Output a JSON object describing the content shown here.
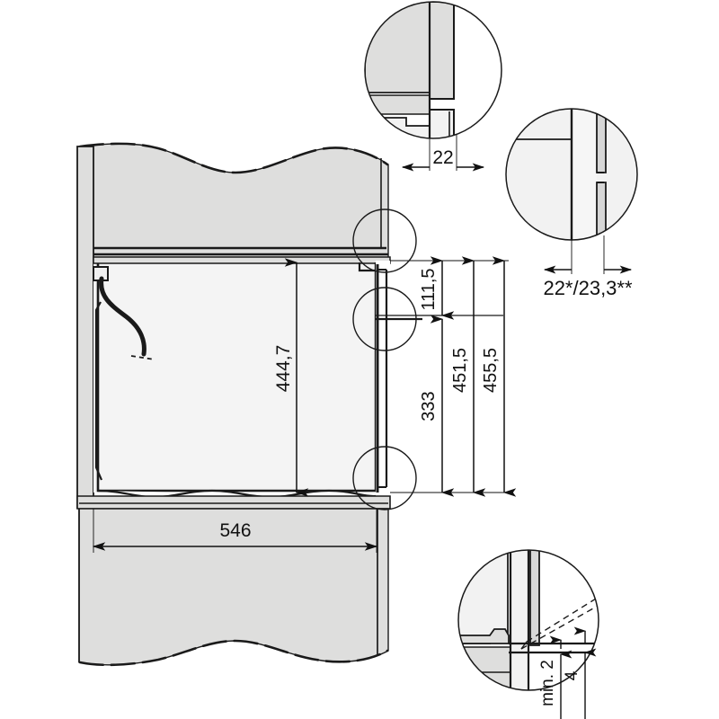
{
  "drawing": {
    "title": "Miele built-in oven niche installation drawing",
    "type": "technical-line-drawing",
    "units": "mm",
    "decimal_separator": ",",
    "colors": {
      "line": "#1a1a1a",
      "fill_cabinet": "#dededd",
      "fill_light": "#f2f2f2",
      "fill_white": "#ffffff",
      "background": "#ffffff"
    }
  },
  "dimensions": {
    "appliance_height": "444,7",
    "niche_width": "546",
    "top_offset": "111,5",
    "lower_offset": "333",
    "overall_a": "451,5",
    "overall_b": "455,5",
    "detail_top_gap": "22",
    "detail_right_gap": "22*/23,3**",
    "detail_bottom_min": "min. 2",
    "detail_bottom_clear": "4"
  },
  "labels": [
    {
      "id": "h-444-7",
      "text": "444,7",
      "orientation": "vertical"
    },
    {
      "id": "w-546",
      "text": "546",
      "orientation": "horizontal"
    },
    {
      "id": "d-111-5",
      "text": "111,5",
      "orientation": "vertical"
    },
    {
      "id": "d-333",
      "text": "333",
      "orientation": "vertical"
    },
    {
      "id": "d-451-5",
      "text": "451,5",
      "orientation": "vertical"
    },
    {
      "id": "d-455-5",
      "text": "455,5",
      "orientation": "vertical"
    },
    {
      "id": "d-22",
      "text": "22",
      "orientation": "horizontal"
    },
    {
      "id": "d-22-233",
      "text": "22*/23,3**",
      "orientation": "horizontal"
    },
    {
      "id": "d-min2",
      "text": "min. 2",
      "orientation": "vertical"
    },
    {
      "id": "d-4",
      "text": "4",
      "orientation": "vertical"
    }
  ],
  "detail_views": [
    {
      "id": "detail-top",
      "callout_on": "upper-right-front-edge",
      "dimension": "22"
    },
    {
      "id": "detail-right",
      "callout_on": "mid-right-front-edge",
      "dimension": "22*/23,3**"
    },
    {
      "id": "detail-bottom-right",
      "callout_on": "lower-right-front-edge",
      "dimension": "min. 2 / 4"
    }
  ],
  "features": {
    "cable_name": "power-cable",
    "break_line_name": "wavy-break-line"
  }
}
